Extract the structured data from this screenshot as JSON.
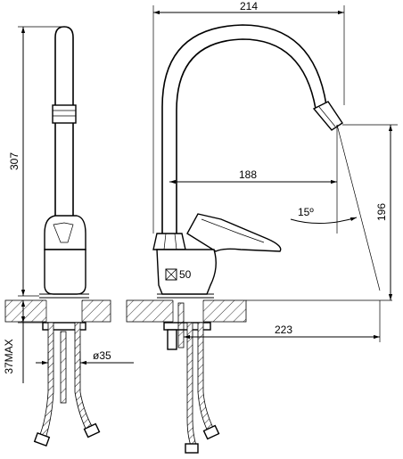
{
  "dimensions": {
    "total_height": "307",
    "total_width": "214",
    "spout_reach": "188",
    "spout_height": "196",
    "swivel_angle": "15º",
    "base_square": "50",
    "mount_diameter": "ø35",
    "max_thickness": "37MAX",
    "hose_offset": "223"
  },
  "colors": {
    "line": "#000000",
    "background": "#ffffff"
  }
}
